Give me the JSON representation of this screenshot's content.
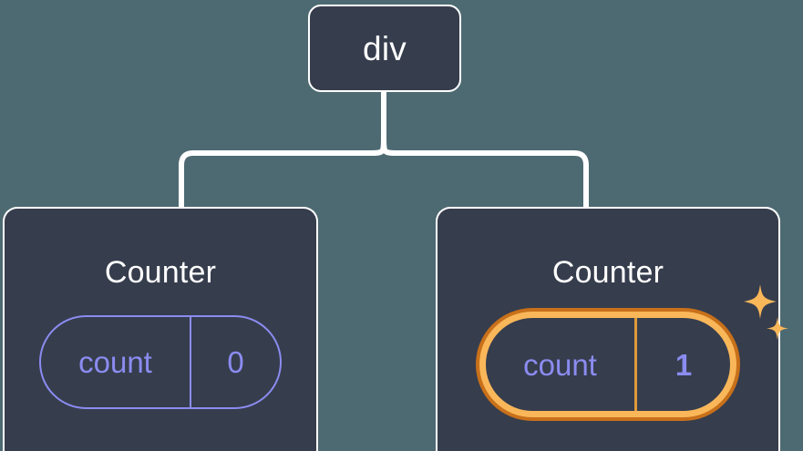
{
  "diagram": {
    "background_color": "#4d6a72",
    "node_fill": "#363d4d",
    "node_border": "#ffffff",
    "connector_color": "#ffffff",
    "accent_periwinkle": "#8b8cf0",
    "highlight_outer": "#c8701a",
    "highlight_inner": "#f9b75a",
    "sparkle_color": "#f9b75a"
  },
  "root": {
    "title": "div"
  },
  "children": [
    {
      "title": "Counter",
      "state_key": "count",
      "state_value": "0",
      "highlighted": false
    },
    {
      "title": "Counter",
      "state_key": "count",
      "state_value": "1",
      "highlighted": true
    }
  ],
  "icons": {
    "sparkle_large": "sparkle-icon",
    "sparkle_small": "sparkle-icon"
  }
}
